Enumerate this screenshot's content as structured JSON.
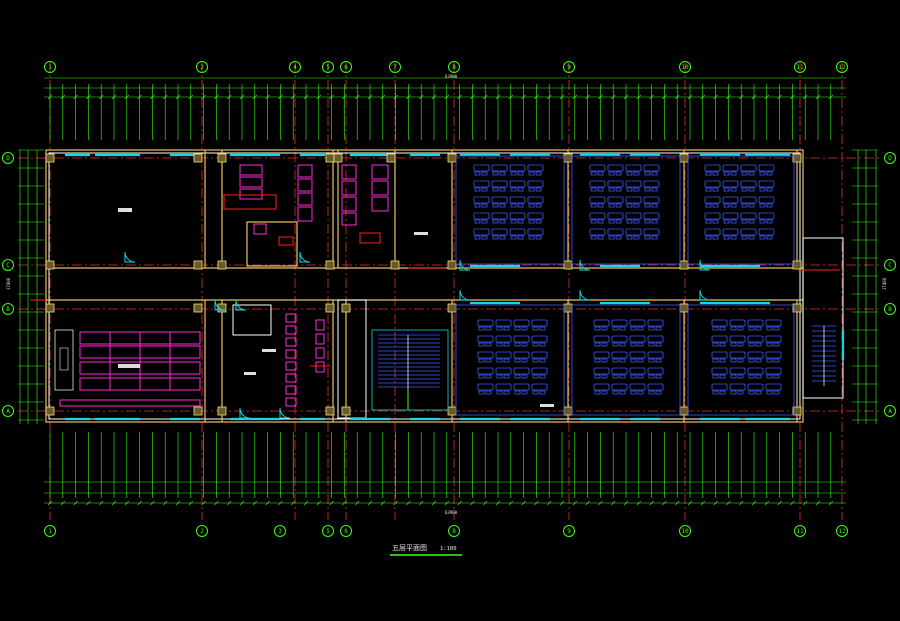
{
  "drawing": {
    "title": "五层平面图",
    "scale": "1:100",
    "colors": {
      "background": "#000000",
      "grid": "#39ff14",
      "axis": "#e0302a",
      "wall": "#e8c060",
      "window": "#16d6e0",
      "desk": "#3a5cff",
      "fixture": "#ff2bd6"
    }
  },
  "grid_axes": {
    "top": [
      "1",
      "2",
      "4",
      "5",
      "6",
      "7",
      "8",
      "9",
      "10",
      "11",
      "12"
    ],
    "bottom": [
      "1",
      "2",
      "3",
      "5",
      "6",
      "8",
      "9",
      "10",
      "11",
      "12"
    ],
    "left": [
      "D",
      "C",
      "B",
      "A"
    ],
    "right": [
      "D",
      "C",
      "B",
      "A"
    ]
  },
  "dimensions": {
    "top_overall": "63900",
    "bottom_overall": "63900",
    "left_overall": "17400",
    "right_overall": "17400"
  }
}
